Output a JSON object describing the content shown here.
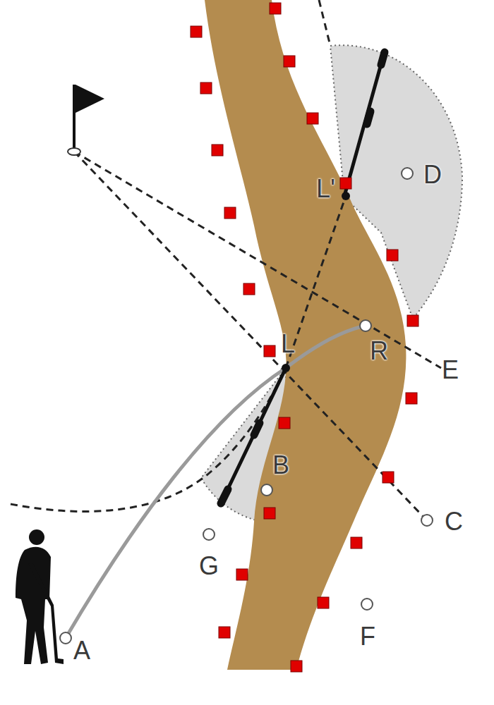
{
  "diagram": {
    "labels": [
      "L'",
      "D",
      "L",
      "R",
      "E",
      "B",
      "C",
      "G",
      "F",
      "A"
    ]
  }
}
